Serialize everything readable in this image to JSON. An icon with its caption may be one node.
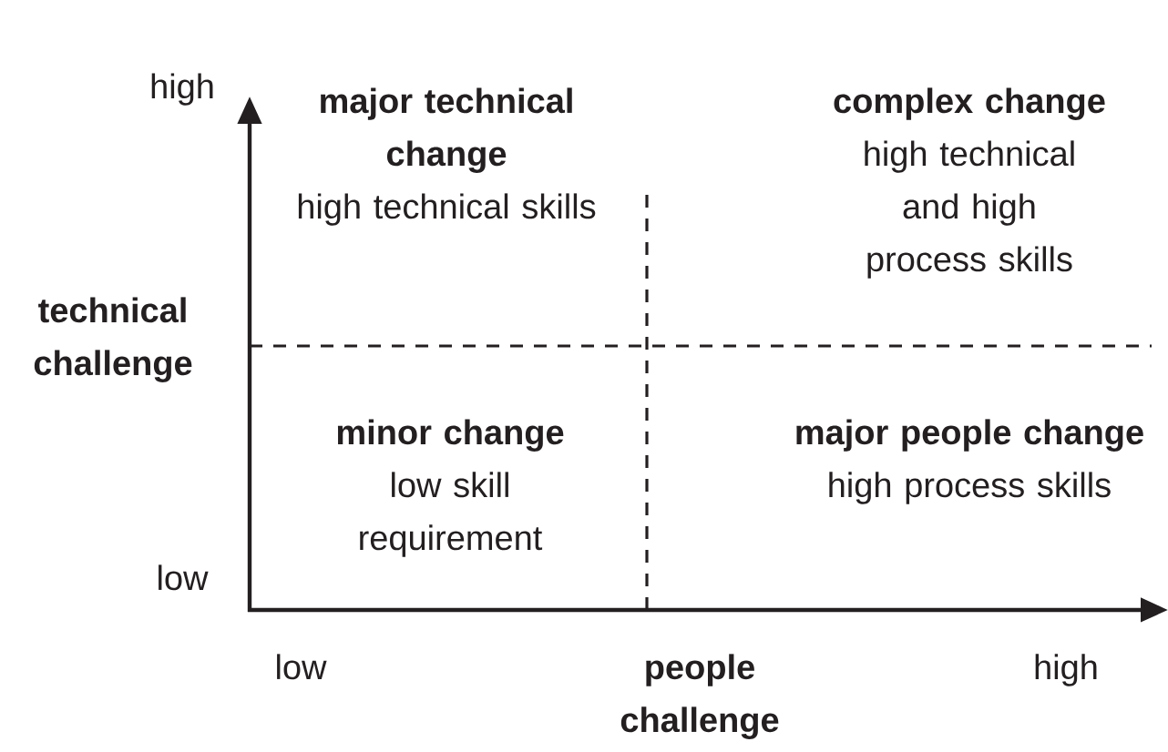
{
  "diagram": {
    "labels": [
      "high",
      "major technical change",
      "high technical skills",
      "complex change",
      "high technical and high process skills",
      "technical challenge",
      "minor change",
      "low skill requirement",
      "major people change",
      "high process skills",
      "low",
      "low",
      "people challenge",
      "high"
    ]
  }
}
